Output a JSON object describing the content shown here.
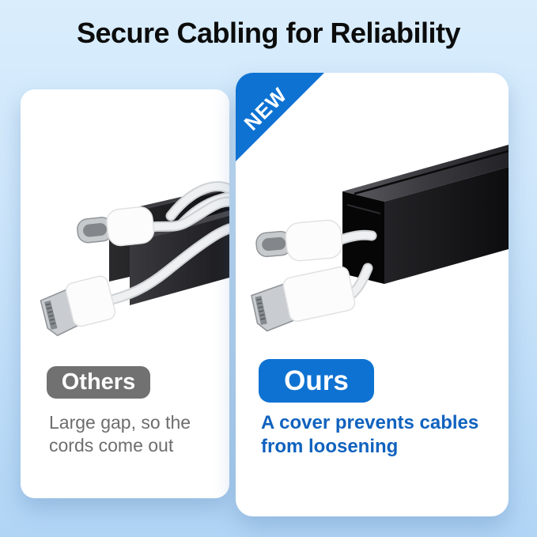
{
  "header": {
    "title": "Secure Cabling for Reliability"
  },
  "cards": {
    "others": {
      "badge_label": "Others",
      "caption_lines": [
        "Large gap, so the",
        "cords come out"
      ],
      "illustration": "open-raceway-with-loose-cables",
      "connectors": [
        "usb-c-connector",
        "hdmi-connector"
      ]
    },
    "ours": {
      "ribbon_label": "NEW",
      "badge_label": "Ours",
      "caption_lines": [
        "A cover prevents cables",
        "from loosening"
      ],
      "illustration": "covered-raceway-with-secured-cables",
      "connectors": [
        "usb-c-connector",
        "hdmi-connector"
      ]
    }
  },
  "colors": {
    "background_top": "#d9edfc",
    "background_bottom": "#b1d5f5",
    "title_black": "#0c0c0c",
    "accent_blue": "#0e72d2",
    "caption_blue": "#1062be",
    "badge_gray": "#717171",
    "caption_gray": "#6d6d6d",
    "card_white": "#ffffff",
    "raceway_black": "#141416",
    "cable_white": "#eef0f1"
  }
}
